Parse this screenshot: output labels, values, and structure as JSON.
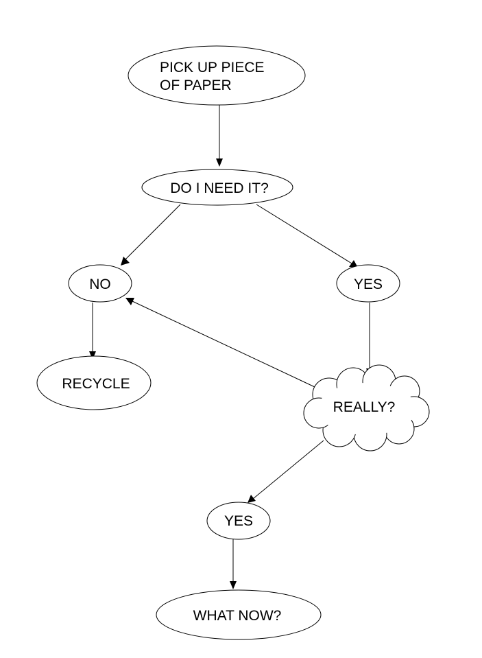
{
  "nodes": {
    "pick_up": {
      "line1": "PICK UP PIECE",
      "line2": "OF PAPER"
    },
    "need_it": {
      "label": "DO I NEED IT?"
    },
    "no": {
      "label": "NO"
    },
    "yes_first": {
      "label": "YES"
    },
    "recycle": {
      "label": "RECYCLE"
    },
    "really": {
      "label": "REALLY?"
    },
    "yes_second": {
      "label": "YES"
    },
    "what_now": {
      "label": "WHAT NOW?"
    }
  },
  "colors": {
    "stroke": "#000000",
    "fill": "#ffffff",
    "text": "#000000"
  }
}
